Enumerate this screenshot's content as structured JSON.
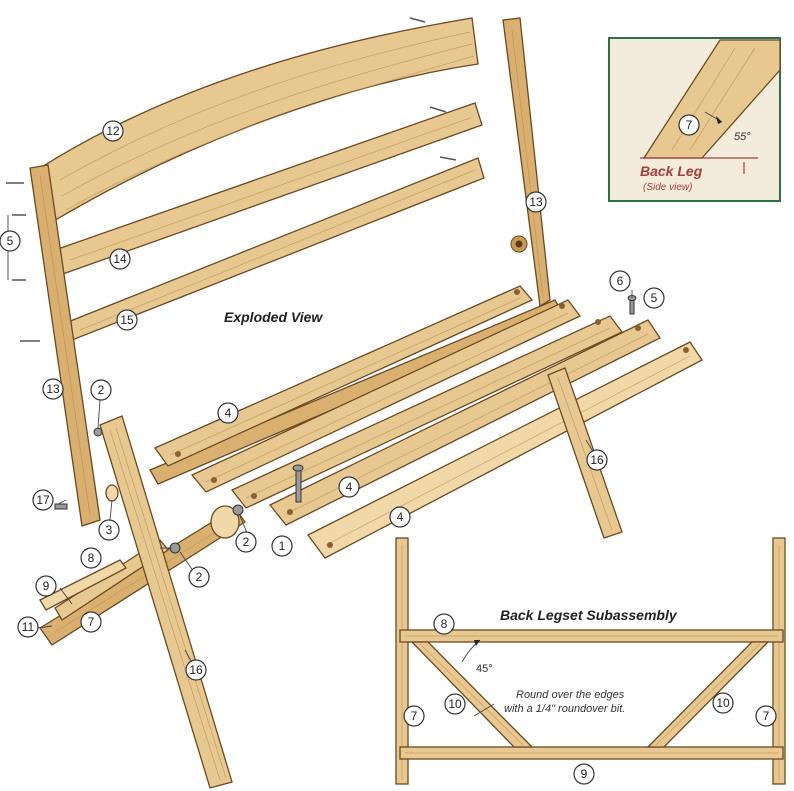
{
  "diagram": {
    "exploded_view_label": "Exploded View",
    "subassembly_label": "Back Legset Subassembly",
    "angle_45": "45°",
    "roundover_note_line1": "Round over the edges",
    "roundover_note_line2": "with a 1/4\" roundover bit."
  },
  "inset": {
    "title": "Back Leg",
    "subtitle": "(Side view)",
    "angle": "55°",
    "part": "7"
  },
  "callouts": {
    "c12": "12",
    "c13a": "13",
    "c13b": "13",
    "c14": "14",
    "c15": "15",
    "c5a": "5",
    "c5b": "5",
    "c6": "6",
    "c2a": "2",
    "c2b": "2",
    "c2c": "2",
    "c4a": "4",
    "c4b": "4",
    "c4c": "4",
    "c16a": "16",
    "c16b": "16",
    "c17": "17",
    "c3": "3",
    "c1": "1",
    "c8a": "8",
    "c9a": "9",
    "c11": "11",
    "c7a": "7",
    "c8b": "8",
    "c10a": "10",
    "c10b": "10",
    "c7b": "7",
    "c7c": "7",
    "c9b": "9"
  },
  "colors": {
    "wood": "#e8c891",
    "wood_outline": "#6b4a22",
    "inset_bg": "#f3ecdc",
    "inset_border": "#2f6e4a",
    "label_red": "#a0403a"
  }
}
